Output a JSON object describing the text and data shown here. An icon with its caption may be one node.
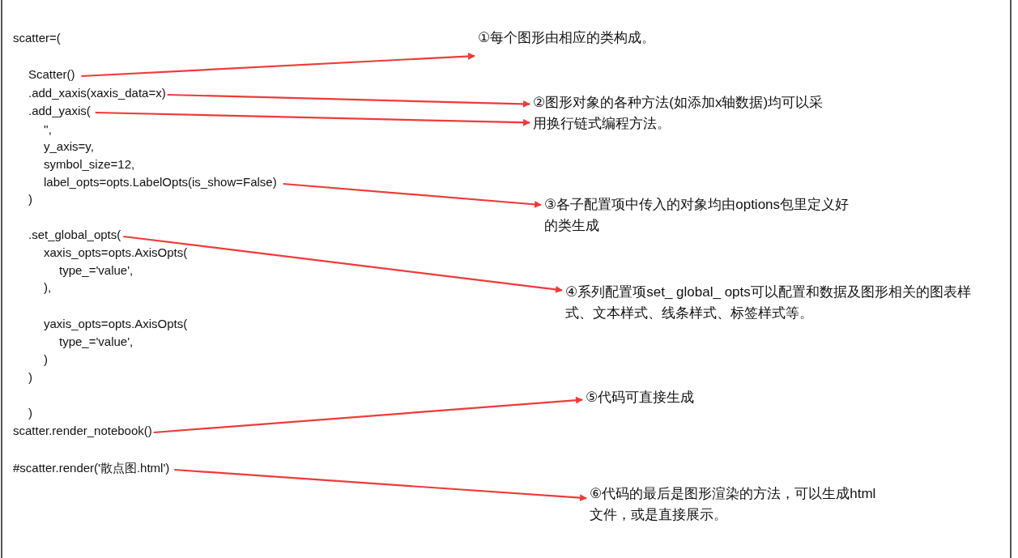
{
  "diagram": {
    "nodes": [
      {
        "text": [
          "Scatter()"
        ]
      },
      {
        "text": [
          ".add_xaxis(xaxis_data=x)"
        ]
      },
      {
        "text": [
          ".add_yaxis("
        ]
      },
      {
        "text": [
          "label_opts=opts.LabelOpts(is_show=False)"
        ]
      },
      {
        "text": [
          ".set_global_opts("
        ]
      },
      {
        "text": [
          "scatter.render_notebook()"
        ]
      },
      {
        "text": [
          "#scatter.render('散点图.html')"
        ]
      },
      {
        "text": [
          "①每个图形由相应的类构成。"
        ]
      },
      {
        "text": [
          "②图形对象的各种方法(如添加x轴数据)均可以采用换行链式编程方法。"
        ]
      },
      {
        "text": [
          "③各子配置项中传入的对象均由options包里定义好的类生成"
        ]
      },
      {
        "text": [
          "④系列配置项set_ global_ opts可以配置和数据及图形相关的图表样式、文本样式、线条样式、标签样式等。"
        ]
      },
      {
        "text": [
          "⑤代码可直接生成"
        ]
      },
      {
        "text": [
          "⑥代码的最后是图形渲染的方法，可以生成html文件，或是直接展示。"
        ]
      }
    ],
    "edges": [
      {
        "from": 0,
        "to": 7,
        "arrow": "to"
      },
      {
        "from": 1,
        "to": 8,
        "arrow": "to"
      },
      {
        "from": 2,
        "to": 8,
        "arrow": "to"
      },
      {
        "from": 3,
        "to": 9,
        "arrow": "to"
      },
      {
        "from": 4,
        "to": 10,
        "arrow": "to"
      },
      {
        "from": 5,
        "to": 11,
        "arrow": "to"
      },
      {
        "from": 6,
        "to": 12,
        "arrow": "to"
      }
    ],
    "labels": [
      "scatter=(",
      "'',",
      "y_axis=y,",
      "symbol_size=12,",
      ")",
      "xaxis_opts=opts.AxisOpts(",
      "type_='value',",
      "),",
      "yaxis_opts=opts.AxisOpts(",
      "type_='value',",
      ")",
      ")",
      ")"
    ]
  }
}
